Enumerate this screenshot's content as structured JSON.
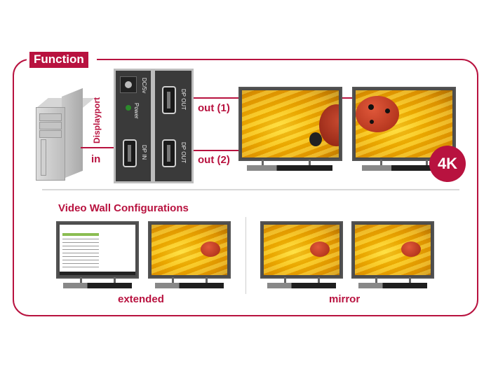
{
  "title": "Function",
  "colors": {
    "accent": "#b8123f",
    "device": "#3a3a3a",
    "frame_divider": "#d8d8d8"
  },
  "diagram": {
    "source": {
      "icon": "pc-tower-icon",
      "cable_label": "Displayport",
      "port_label": "in"
    },
    "splitter": {
      "left_panel": {
        "power_jack_label": "DC/5v",
        "led_label": "Power",
        "input_label": "DP IN"
      },
      "right_panel": {
        "output1_label": "DP OUT",
        "output2_label": "DP OUT"
      }
    },
    "outputs": [
      {
        "label": "out (1)"
      },
      {
        "label": "out (2)"
      }
    ],
    "badge": "4K"
  },
  "video_wall": {
    "heading": "Video Wall Configurations",
    "configs": [
      {
        "label": "extended",
        "screens": [
          "spreadsheet",
          "ladybug-flower"
        ]
      },
      {
        "label": "mirror",
        "screens": [
          "ladybug-flower",
          "ladybug-flower"
        ]
      }
    ]
  }
}
